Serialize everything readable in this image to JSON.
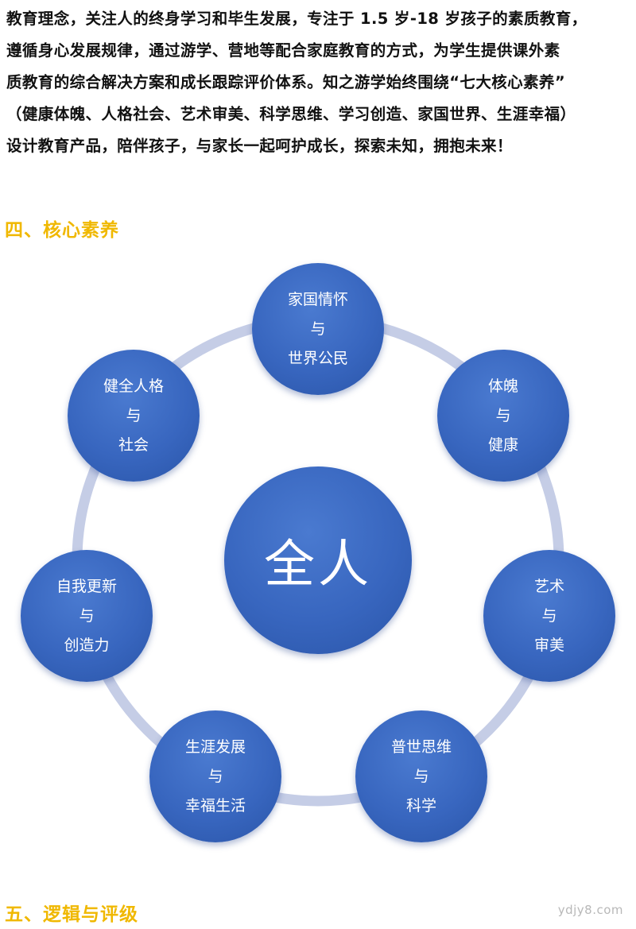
{
  "intro": {
    "lines": [
      "教育理念，关注人的终身学习和毕生发展，专注于 1.5 岁-18 岁孩子的素质教育，",
      "遵循身心发展规律，通过游学、营地等配合家庭教育的方式，为学生提供课外素",
      "质教育的综合解决方案和成长跟踪评价体系。知之游学始终围绕“七大核心素养”",
      "（健康体魄、人格社会、艺术审美、科学思维、学习创造、家国世界、生涯幸福）",
      "设计教育产品，陪伴孩子，与家长一起呵护成长，探索未知，拥抱未来！"
    ]
  },
  "section4": {
    "heading": "四、核心素养"
  },
  "diagram": {
    "center_label": "全人",
    "nodes": [
      {
        "line1": "家国情怀",
        "line2": "与",
        "line3": "世界公民"
      },
      {
        "line1": "体魄",
        "line2": "与",
        "line3": "健康"
      },
      {
        "line1": "艺术",
        "line2": "与",
        "line3": "审美"
      },
      {
        "line1": "普世思维",
        "line2": "与",
        "line3": "科学"
      },
      {
        "line1": "生涯发展",
        "line2": "与",
        "line3": "幸福生活"
      },
      {
        "line1": "自我更新",
        "line2": "与",
        "line3": "创造力"
      },
      {
        "line1": "健全人格",
        "line2": "与",
        "line3": "社会"
      }
    ],
    "colors": {
      "node_fill": "#3866bf",
      "ring": "#c5cde6"
    }
  },
  "section5": {
    "heading": "五、逻辑与评级"
  },
  "watermark": "ydjy8.com"
}
